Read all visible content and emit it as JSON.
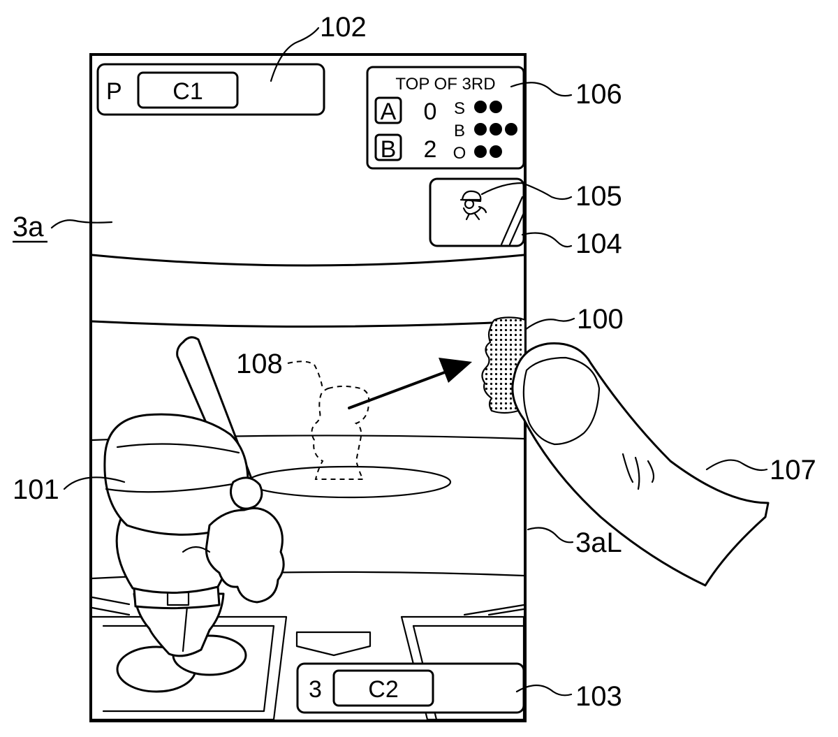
{
  "figure": {
    "labels": {
      "screen": "3a",
      "panel_pitcher": "102",
      "scoreboard": "106",
      "mini_window": "104",
      "mini_runner": "105",
      "runner_character": "100",
      "batter_character": "101",
      "ghost_character": "108",
      "finger": "107",
      "screen_edge": "3aL",
      "panel_batter": "103"
    }
  },
  "screen": {
    "pitcher_panel": {
      "prefix": "P",
      "name": "C1"
    },
    "batter_panel": {
      "order": "3",
      "name": "C2"
    },
    "scoreboard": {
      "inning": "TOP OF 3RD",
      "teams": [
        {
          "name": "A",
          "score": "0"
        },
        {
          "name": "B",
          "score": "2"
        }
      ],
      "count": [
        {
          "label": "S",
          "value": 2
        },
        {
          "label": "B",
          "value": 3
        },
        {
          "label": "O",
          "value": 2
        }
      ]
    }
  }
}
